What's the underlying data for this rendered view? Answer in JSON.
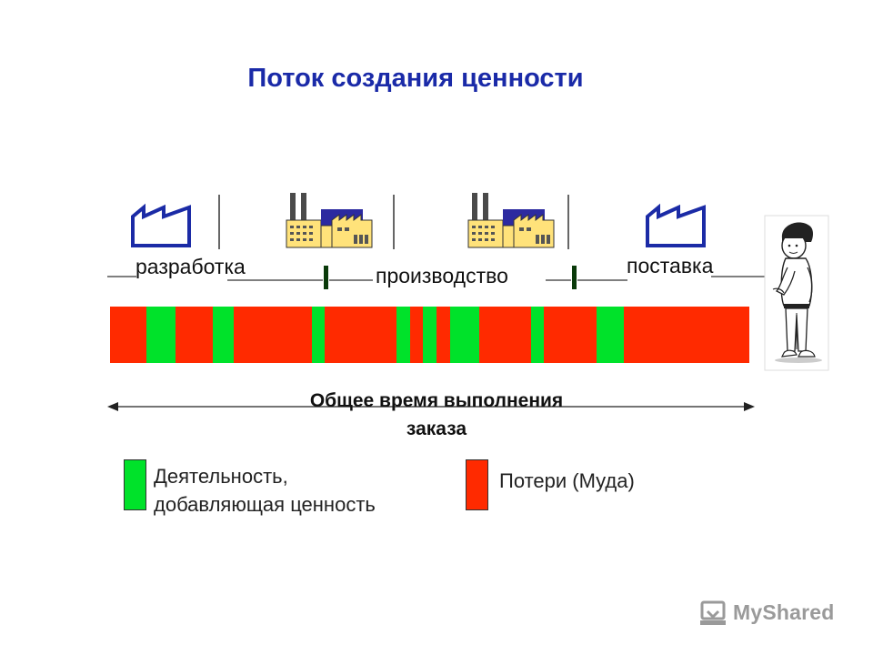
{
  "title": "Поток создания ценности",
  "stages": {
    "development": "разработка",
    "production": "производство",
    "delivery": "поставка"
  },
  "icons": {
    "factory_outline": "factory-outline-icon",
    "factory_color": "factory-color-icon",
    "customer": "customer-figure-icon"
  },
  "flow_bar": {
    "waste_color": "#ff2a00",
    "value_color": "#00e22a"
  },
  "total_time": {
    "line1": "Общее время выполнения",
    "line2": "заказа"
  },
  "legend": {
    "value_added": {
      "line1": "Деятельность,",
      "line2": "добавляющая ценность",
      "color": "#00e22a"
    },
    "waste": {
      "label": "Потери (Муда)",
      "color": "#ff2a00"
    }
  },
  "watermark": "MyShared"
}
